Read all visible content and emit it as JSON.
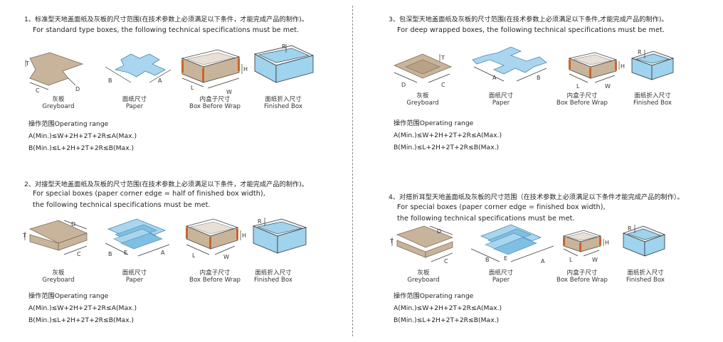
{
  "sections": [
    {
      "title": "1、标准型天地盖面纸及灰板的尺寸范围(在技术参数上必须满足以下条件，才能完成产品的制作)。",
      "lines": [
        "For standard type boxes, the following technical specifications must be met."
      ],
      "captions": [
        {
          "cn": "灰板",
          "en": "Greyboard"
        },
        {
          "cn": "面纸尺寸",
          "en": "Paper"
        },
        {
          "cn": "内盒子尺寸",
          "en": "Box Before Wrap"
        },
        {
          "cn": "面纸折入尺寸",
          "en": "Finished Box"
        }
      ],
      "range_title": "操作范围Operating range",
      "range_a": "A(Min.)≤W+2H+2T+2R≤A(Max.)",
      "range_b": "B(Min.)≤L+2H+2T+2R≤B(Max.)"
    },
    {
      "title": "2、对接型天地盖面纸及灰板的尺寸范围(在技术参数上必须满足以下条件，才能完成产品的制作)。",
      "lines": [
        "For special boxes (paper corner edge = half of finished box width),",
        "the following technical specifications must be met."
      ],
      "captions": [
        {
          "cn": "灰板",
          "en": "Greyboard"
        },
        {
          "cn": "面纸尺寸",
          "en": "Paper"
        },
        {
          "cn": "内盒子尺寸",
          "en": "Box Before Wrap"
        },
        {
          "cn": "面纸折入尺寸",
          "en": "Finished Box"
        }
      ],
      "range_title": "操作范围Operating range",
      "range_a": "A(Min.)≤W+2H+2T+2R≤A(Max.)",
      "range_b": "B(Min.)≤L+2H+2T+2R≤B(Max.)"
    },
    {
      "title": "3、包深型天地盖面纸及灰板的尺寸范围(在技术参数上必须满足以下条件,才能完成产品的制作)。",
      "lines": [
        "For deep wrapped boxes, the following technical specifications must be met."
      ],
      "captions": [
        {
          "cn": "灰板",
          "en": "Greyboard"
        },
        {
          "cn": "面纸尺寸",
          "en": "Paper"
        },
        {
          "cn": "内盒子尺寸",
          "en": "Box Before Wrap"
        },
        {
          "cn": "面纸折入尺寸",
          "en": "Finished Box"
        }
      ],
      "range_title": "操作范围Operating range",
      "range_a": "A(Min.)≤W+2H+2T+2R≤A(Max.)",
      "range_b": "B(Min.)≤L+2H+2T+2R≤B(Max.)"
    },
    {
      "title": "4、对搭折耳型天地盖面纸及灰板的尺寸范围（在技术参数上必须满足以下条件才能完成产品的制作）。",
      "lines": [
        "For special boxes (paper corner edge = finished box width),",
        "the following technical specifications must be met."
      ],
      "captions": [
        {
          "cn": "灰板",
          "en": "Greyboard"
        },
        {
          "cn": "面纸尺寸",
          "en": "Paper"
        },
        {
          "cn": "内盒子尺寸",
          "en": "Box Before Wrap"
        },
        {
          "cn": "面纸折入尺寸",
          "en": "Finished Box"
        }
      ],
      "range_title": "操作范围Operating range",
      "range_a": "A(Min.)≤W+2H+2T+2R≤A(Max.)",
      "range_b": "B(Min.)≤L+2H+2T+2R≤B(Max.)"
    }
  ],
  "dimension_labels": {
    "a": "A",
    "b": "B",
    "c": "C",
    "d": "D",
    "e": "E",
    "h": "H",
    "l": "L",
    "r": "R",
    "t": "T",
    "w": "W"
  },
  "colors": {
    "greyboard": "#c8b49a",
    "paper": "#a9d6ee",
    "box_inner": "#c8b49a",
    "finished": "#9fd3ee",
    "corner_tape": "#c8652a"
  }
}
